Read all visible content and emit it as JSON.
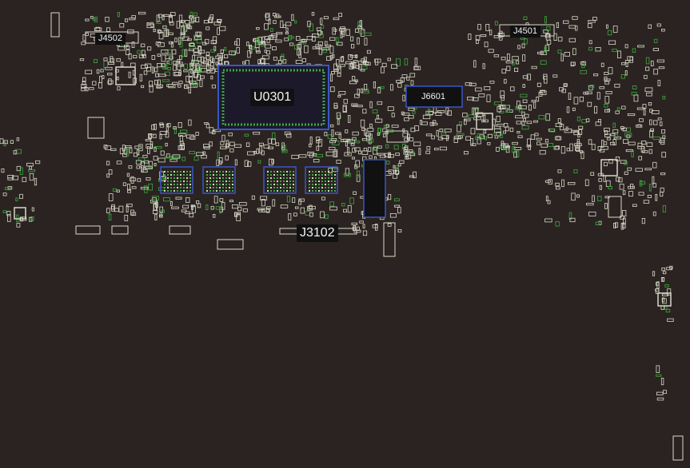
{
  "board": {
    "background_color": "#2a2321",
    "component_color": "#d8d8c8",
    "pad_color": "#3fa83f",
    "highlight_color": "#3a56c8",
    "label_color": "#f2f2f2",
    "label_bg_color": "#111111"
  },
  "labels": {
    "j4502": "J4502",
    "j4501": "J4501",
    "u0301": "U0301",
    "j6601": "J6601",
    "j3102": "J3102"
  }
}
